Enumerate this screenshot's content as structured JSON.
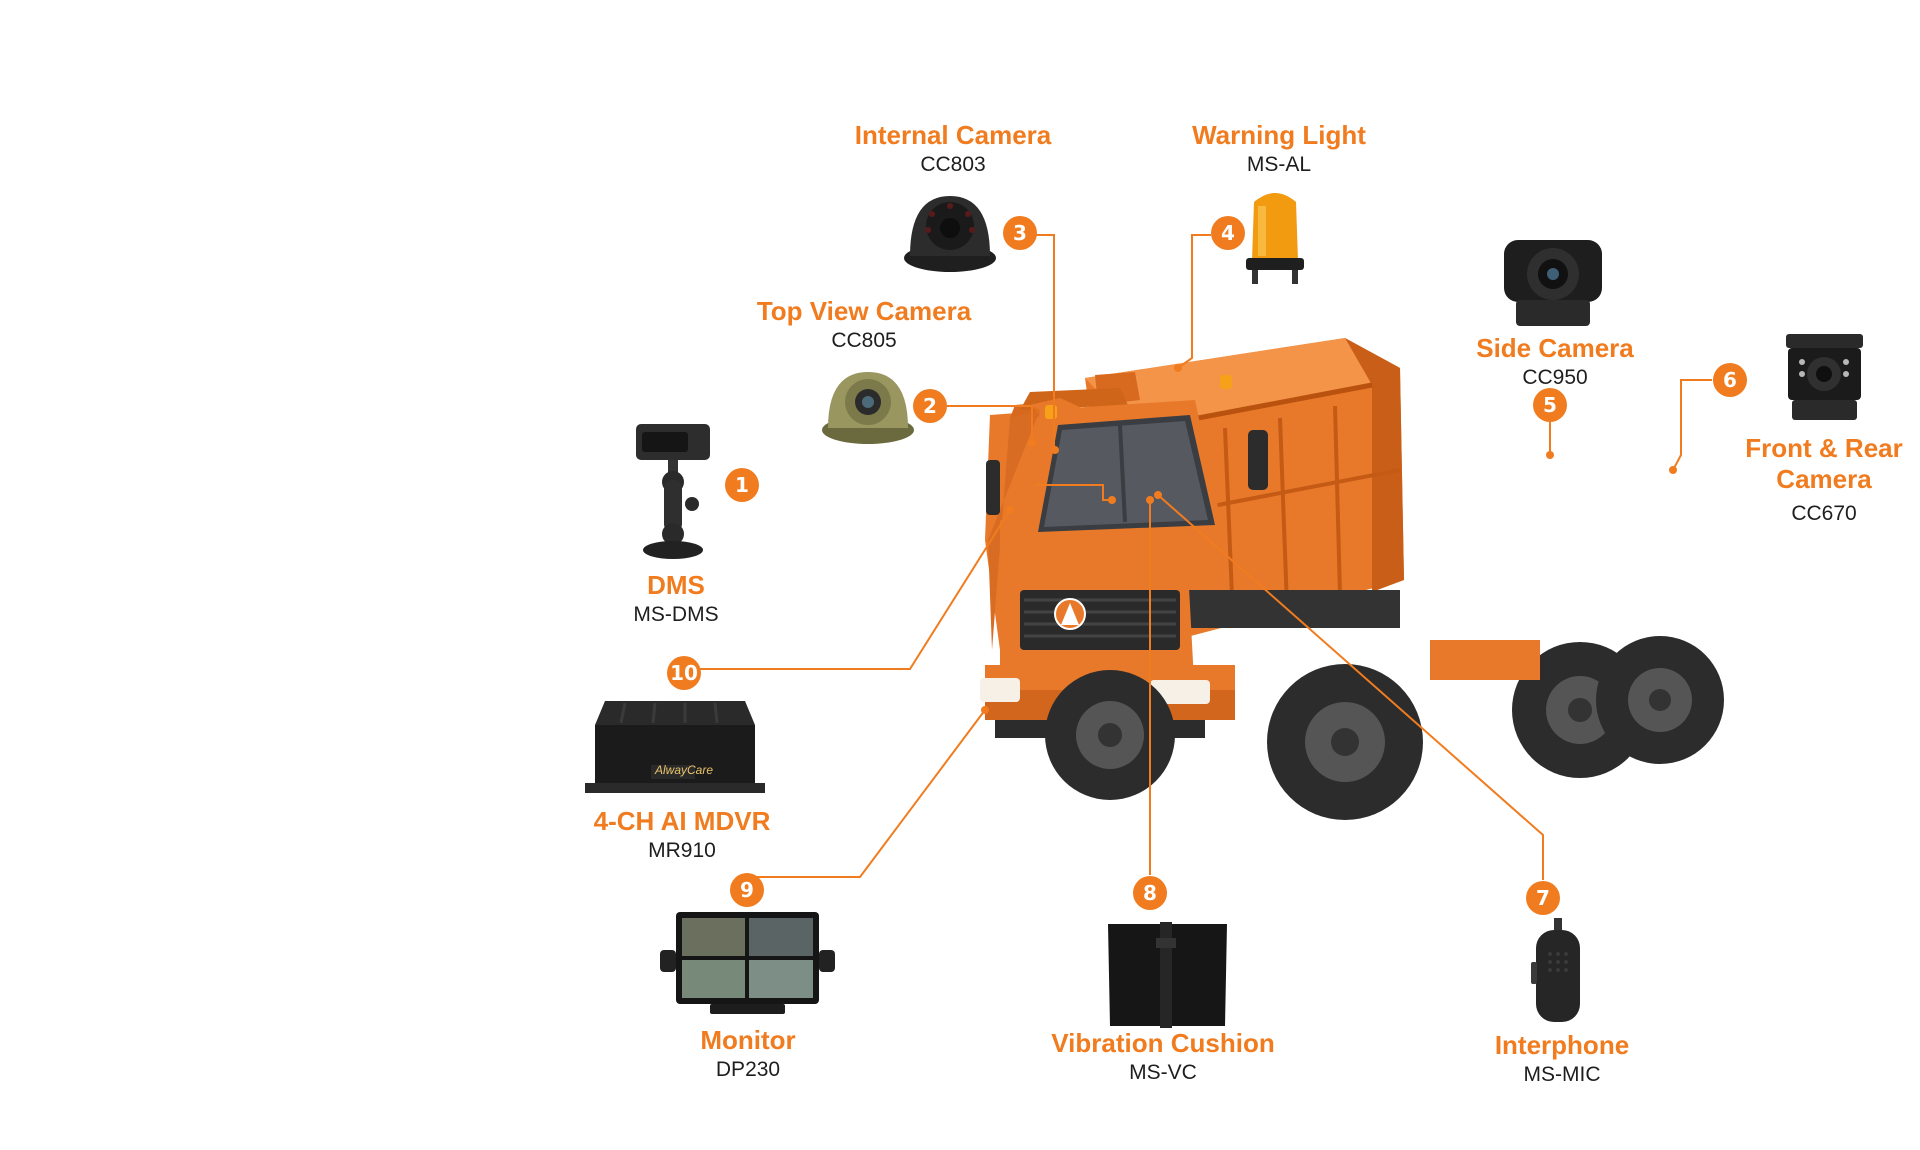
{
  "colors": {
    "accent": "#f07c1f",
    "text": "#1e1e1e",
    "truck": "#e8792a",
    "tyre": "#2c2c2c"
  },
  "components": [
    {
      "number": "1",
      "name": "DMS",
      "model": "MS-DMS",
      "icon": "dms-camera-icon"
    },
    {
      "number": "2",
      "name": "Top View Camera",
      "model": "CC805",
      "icon": "dome-camera-olive-icon"
    },
    {
      "number": "3",
      "name": "Internal Camera",
      "model": "CC803",
      "icon": "dome-camera-black-icon"
    },
    {
      "number": "4",
      "name": "Warning Light",
      "model": "MS-AL",
      "icon": "beacon-light-icon"
    },
    {
      "number": "5",
      "name": "Side Camera",
      "model": "CC950",
      "icon": "side-camera-icon"
    },
    {
      "number": "6",
      "name": "Front & Rear Camera",
      "name_lines": [
        "Front & Rear",
        "Camera"
      ],
      "model": "CC670",
      "icon": "rear-camera-icon"
    },
    {
      "number": "7",
      "name": "Interphone",
      "model": "MS-MIC",
      "icon": "microphone-icon"
    },
    {
      "number": "8",
      "name": "Vibration Cushion",
      "model": "MS-VC",
      "icon": "cushion-icon"
    },
    {
      "number": "9",
      "name": "Monitor",
      "model": "DP230",
      "icon": "monitor-icon"
    },
    {
      "number": "10",
      "name": "4-CH AI MDVR",
      "model": "MR910",
      "icon": "mdvr-box-icon",
      "brand_text": "AlwayCare"
    }
  ]
}
